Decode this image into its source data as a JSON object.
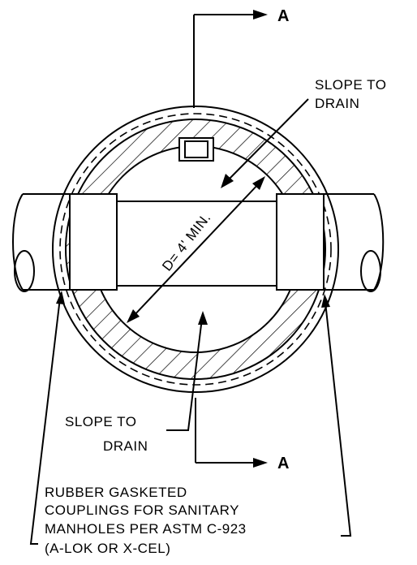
{
  "section_marker_top": "A",
  "section_marker_bottom": "A",
  "slope_label_right": [
    "SLOPE TO",
    "DRAIN"
  ],
  "slope_label_bottom": [
    "SLOPE TO",
    "DRAIN"
  ],
  "diameter_label": "D= 4' MIN.",
  "coupling_note": [
    "RUBBER GASKETED",
    "COUPLINGS FOR SANITARY",
    "MANHOLES PER ASTM C-923",
    "(A-LOK OR X-CEL)"
  ]
}
